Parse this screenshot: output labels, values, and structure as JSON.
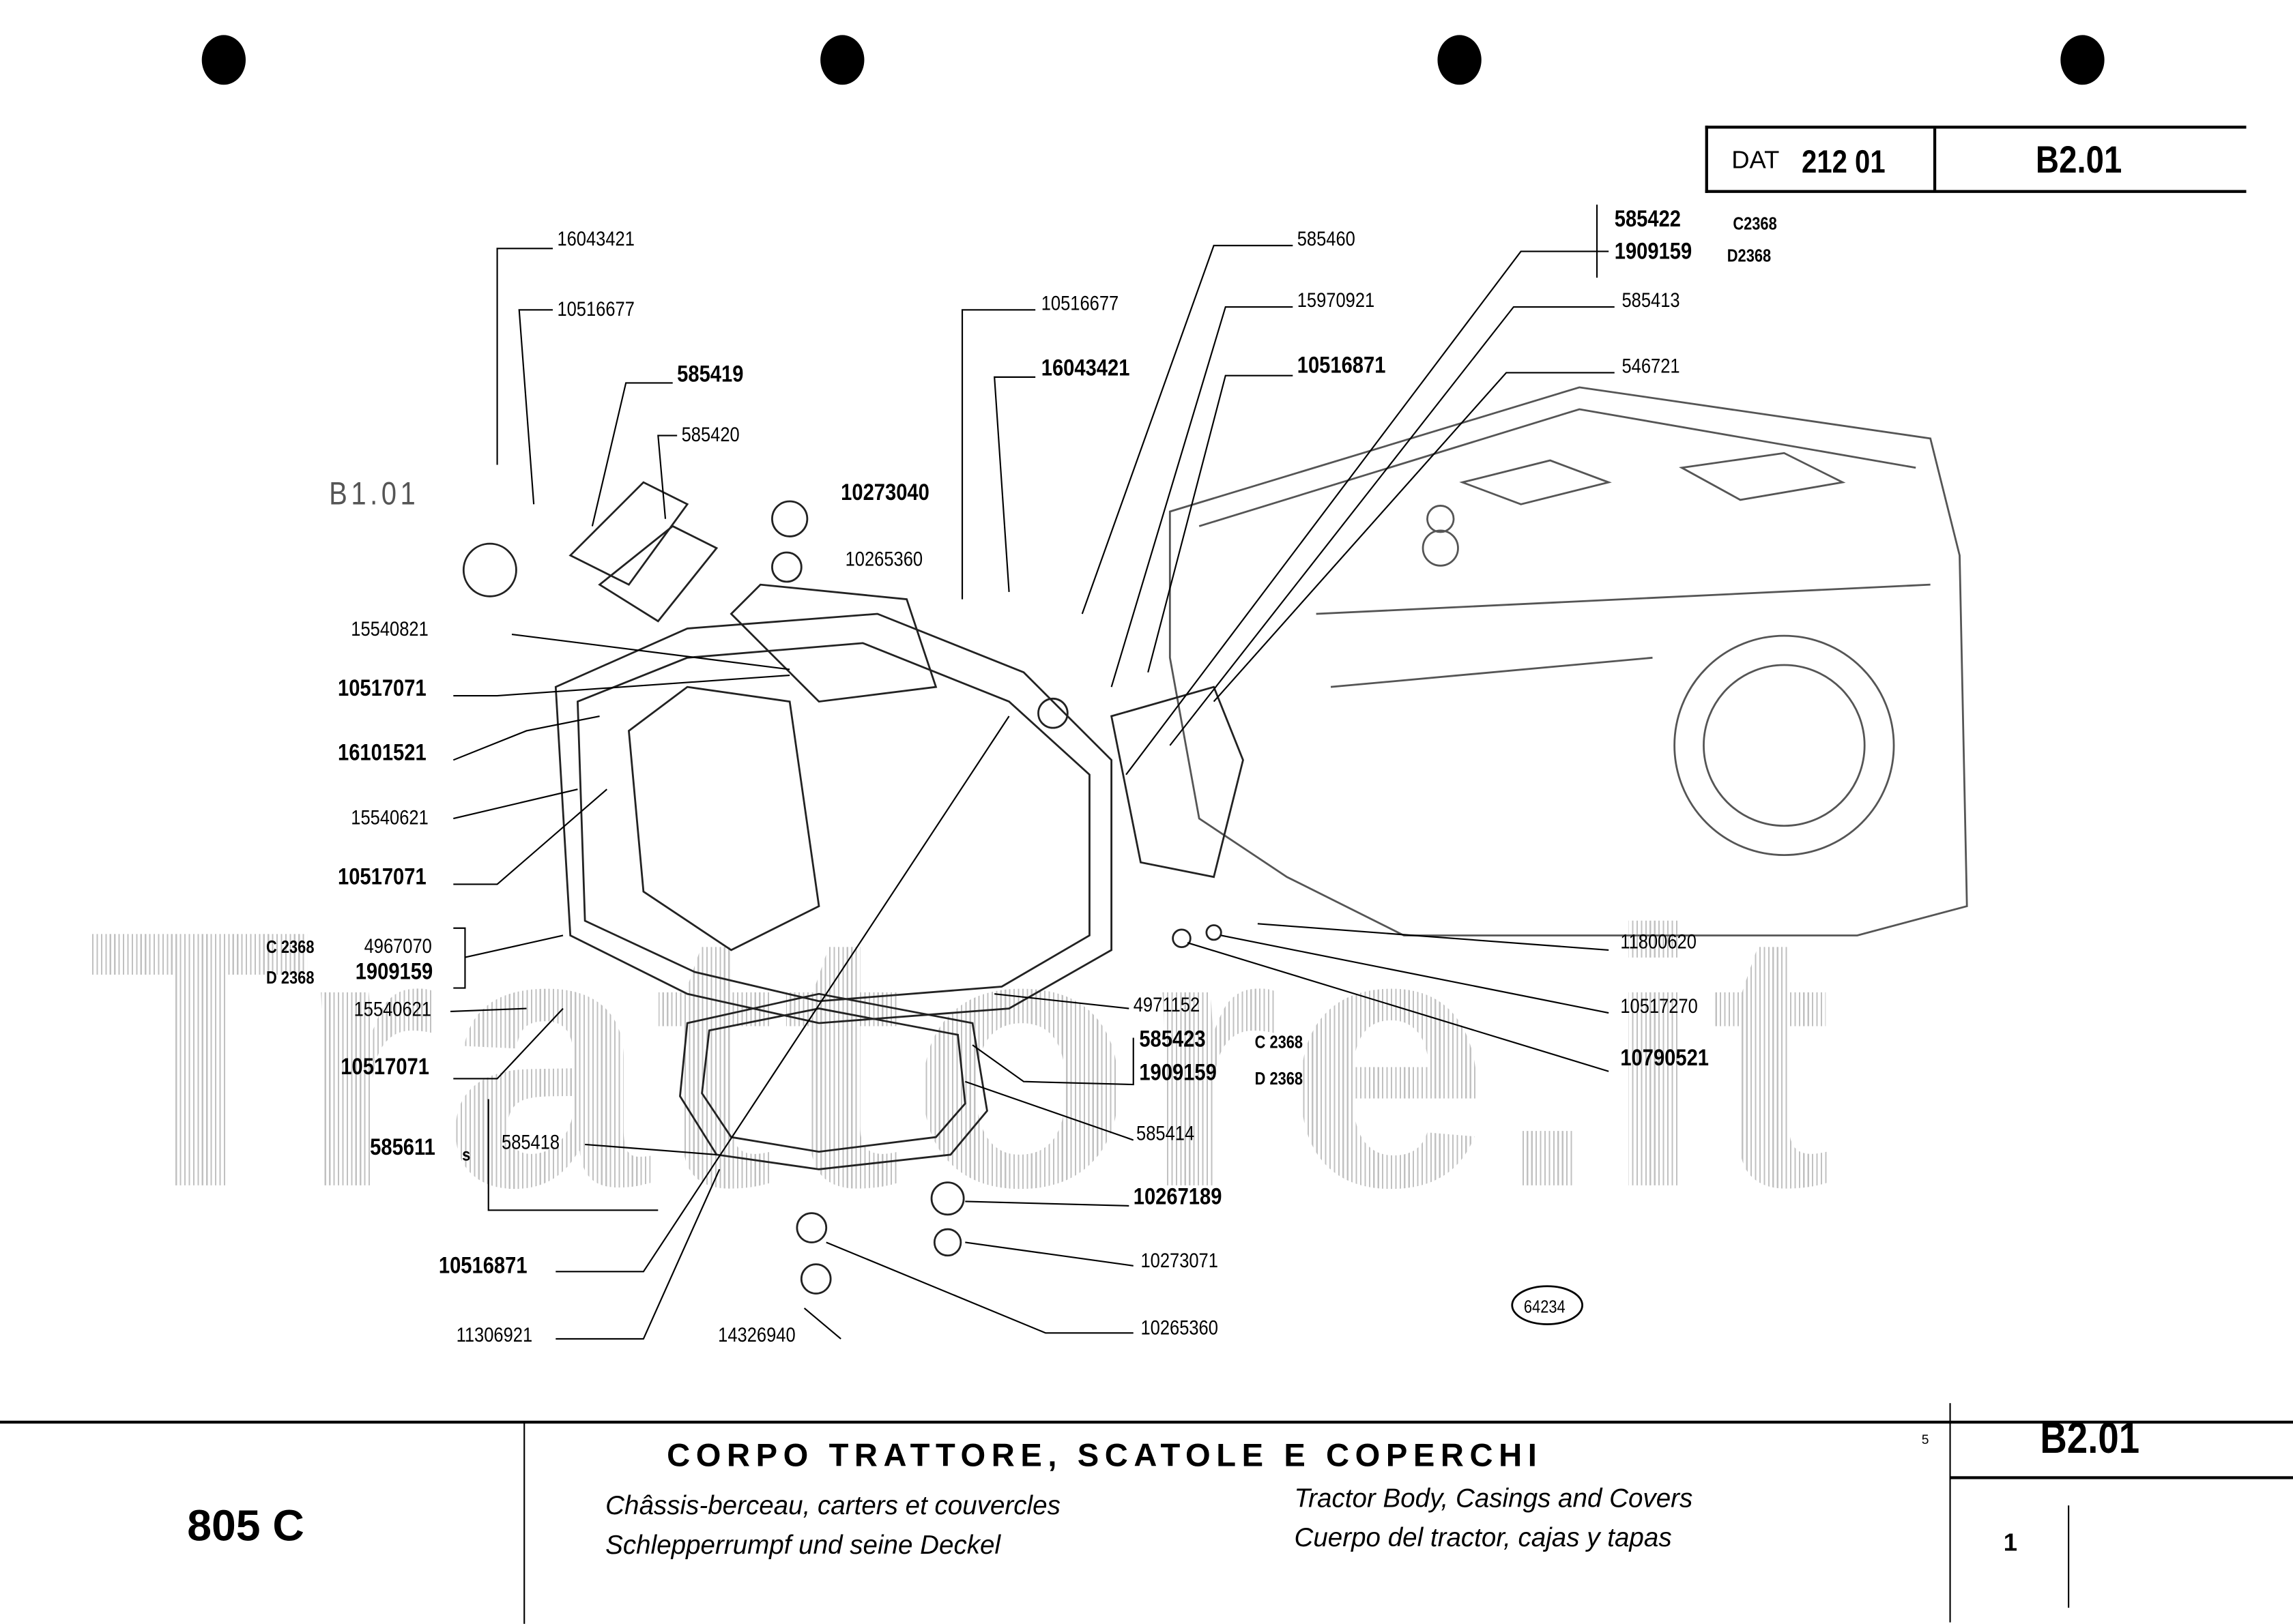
{
  "header": {
    "dat_prefix": "DAT",
    "dat_number": "212 01",
    "page_code": "B2.01"
  },
  "watermark": "Trattore.it",
  "ref_label": "B1.01",
  "drawing_number": "64234",
  "parts": {
    "p1": "16043421",
    "p2": "10516677",
    "p3": "585419",
    "p4": "585420",
    "p5": "10273040",
    "p6": "10265360",
    "p7": "10516677",
    "p8": "16043421",
    "p9": "585460",
    "p10": "15970921",
    "p11": "10516871",
    "p12": "585422",
    "p12v": "C2368",
    "p13": "1909159",
    "p13v": "D2368",
    "p14": "585413",
    "p15": "546721",
    "p16": "15540821",
    "p17": "10517071",
    "p18": "16101521",
    "p19": "15540621",
    "p20": "10517071",
    "p21v": "C 2368",
    "p21": "4967070",
    "p22v": "D 2368",
    "p22": "1909159",
    "p23": "15540621",
    "p24": "10517071",
    "p25": "585611",
    "p25s": "s",
    "p26": "585418",
    "p27": "10516871",
    "p28": "11306921",
    "p29": "14326940",
    "p30": "4971152",
    "p31": "585423",
    "p31v": "C 2368",
    "p32": "1909159",
    "p32v": "D 2368",
    "p33": "585414",
    "p34": "10267189",
    "p35": "10273071",
    "p36": "10265360",
    "p37": "11800620",
    "p38": "10517270",
    "p39": "10790521"
  },
  "footer": {
    "model": "805 C",
    "title_it": "CORPO TRATTORE, SCATOLE E COPERCHI",
    "title_fr": "Châssis-berceau, carters et couvercles",
    "title_de": "Schlepperrumpf  und seine Deckel",
    "title_en": "Tractor Body, Casings and Covers",
    "title_es": "Cuerpo del tractor, cajas y tapas",
    "small_mark": "5",
    "page_code": "B2.01",
    "sheet": "1"
  }
}
